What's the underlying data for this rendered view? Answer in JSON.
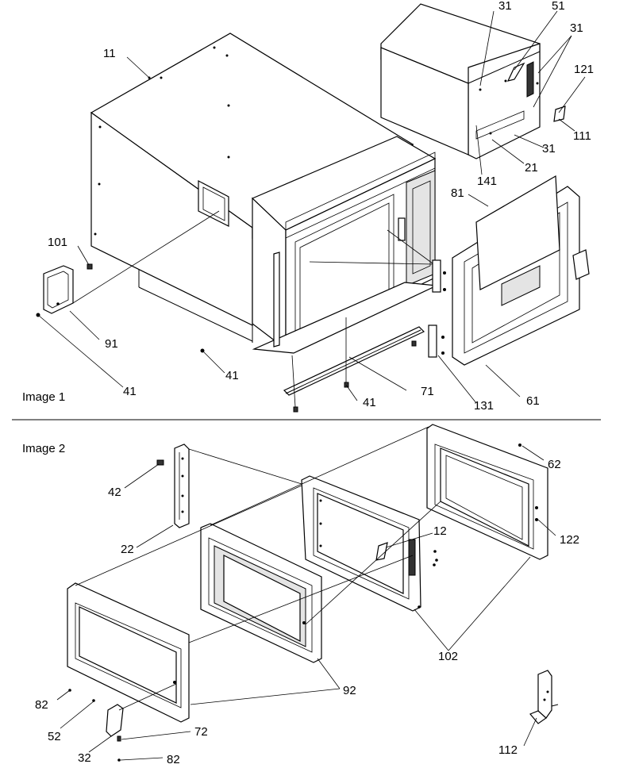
{
  "sections": [
    {
      "label": "Image 1"
    },
    {
      "label": "Image 2"
    }
  ],
  "callouts": [
    "11",
    "31",
    "51",
    "31",
    "121",
    "111",
    "31",
    "21",
    "141",
    "81",
    "101",
    "91",
    "41",
    "41",
    "41",
    "71",
    "131",
    "61",
    "42",
    "22",
    "62",
    "12",
    "122",
    "102",
    "92",
    "82",
    "52",
    "32",
    "72",
    "82",
    "112"
  ]
}
